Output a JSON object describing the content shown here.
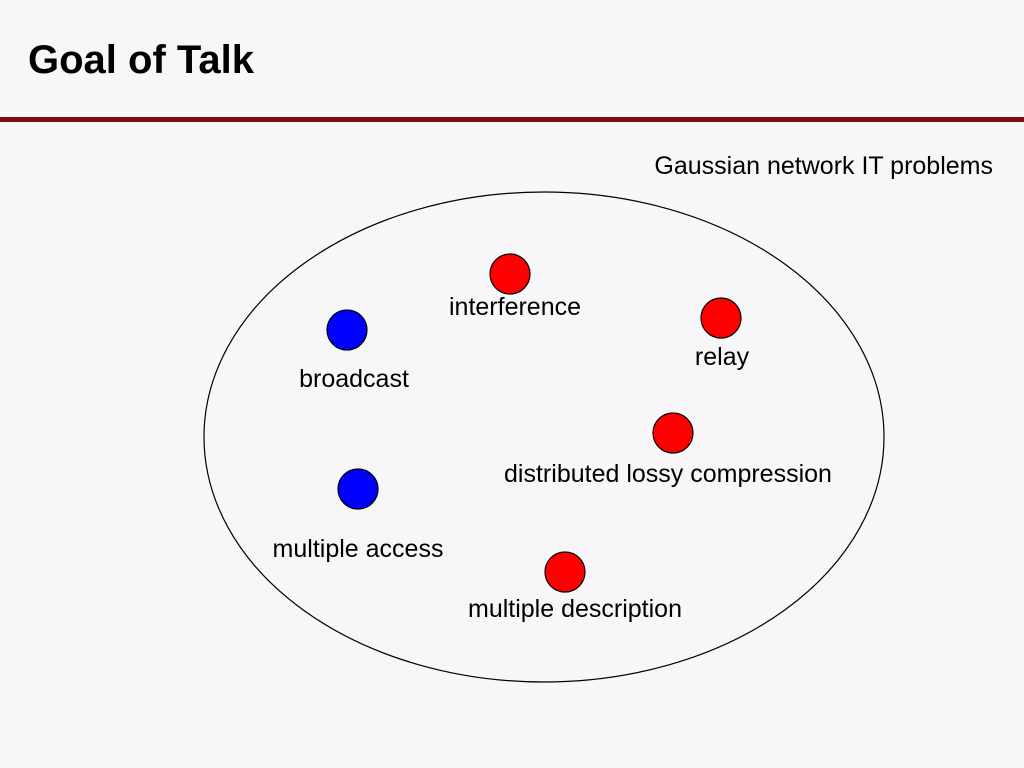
{
  "slide": {
    "title": "Goal of Talk",
    "accent_color": "#7a0f0f"
  },
  "diagram": {
    "region_label": "Gaussian network IT problems",
    "colors": {
      "blue": "#0000ff",
      "red": "#ff0000"
    },
    "problems": [
      {
        "label": "interference",
        "color": "red"
      },
      {
        "label": "relay",
        "color": "red"
      },
      {
        "label": "broadcast",
        "color": "blue"
      },
      {
        "label": "distributed lossy compression",
        "color": "red"
      },
      {
        "label": "multiple access",
        "color": "blue"
      },
      {
        "label": "multiple description",
        "color": "red"
      }
    ]
  }
}
